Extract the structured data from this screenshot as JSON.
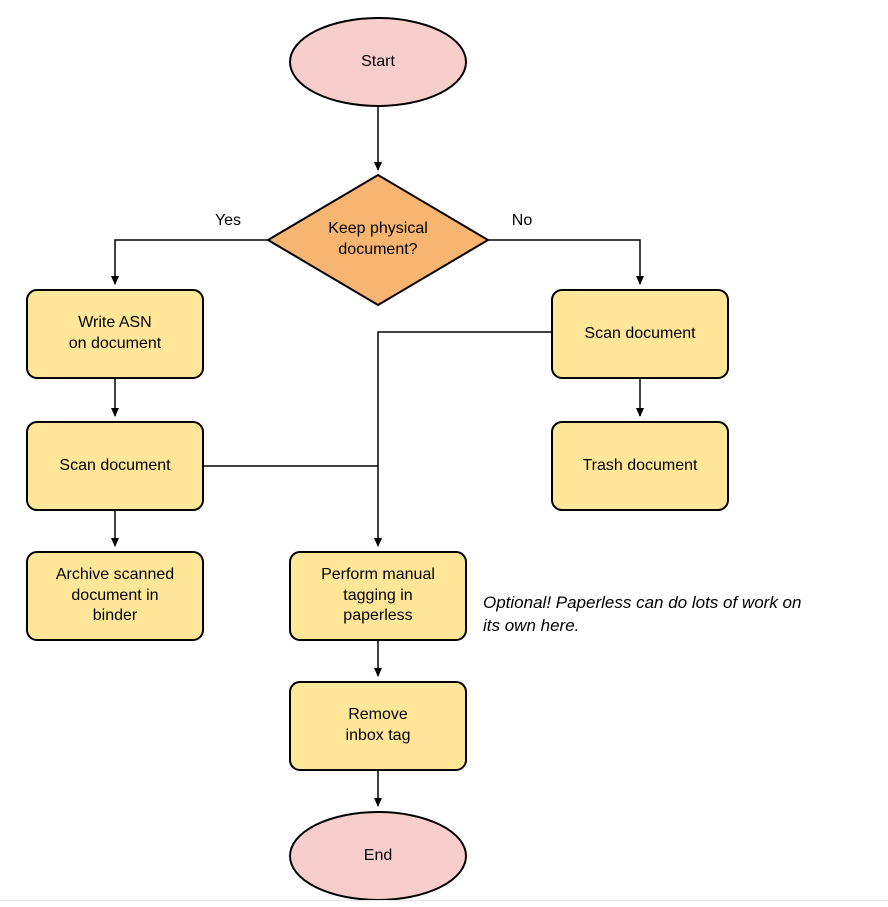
{
  "diagram": {
    "nodes": {
      "start": {
        "label": "Start",
        "type": "terminator"
      },
      "decision": {
        "label": "Keep physical\ndocument?",
        "type": "decision"
      },
      "write_asn": {
        "label": "Write ASN\non document",
        "type": "process"
      },
      "scan_left": {
        "label": "Scan document",
        "type": "process"
      },
      "archive": {
        "label": "Archive scanned\ndocument in\nbinder",
        "type": "process"
      },
      "scan_right": {
        "label": "Scan document",
        "type": "process"
      },
      "trash": {
        "label": "Trash document",
        "type": "process"
      },
      "tagging": {
        "label": "Perform manual\ntagging in\npaperless",
        "type": "process"
      },
      "remove_inbox": {
        "label": "Remove\ninbox tag",
        "type": "process"
      },
      "end": {
        "label": "End",
        "type": "terminator"
      }
    },
    "edge_labels": {
      "yes": "Yes",
      "no": "No"
    },
    "annotation": "Optional! Paperless can do lots of work on\nits own here.",
    "colors": {
      "terminator_fill": "#F8CECC",
      "decision_fill": "#F8B572",
      "process_fill": "#FFE699",
      "stroke": "#000000"
    }
  }
}
